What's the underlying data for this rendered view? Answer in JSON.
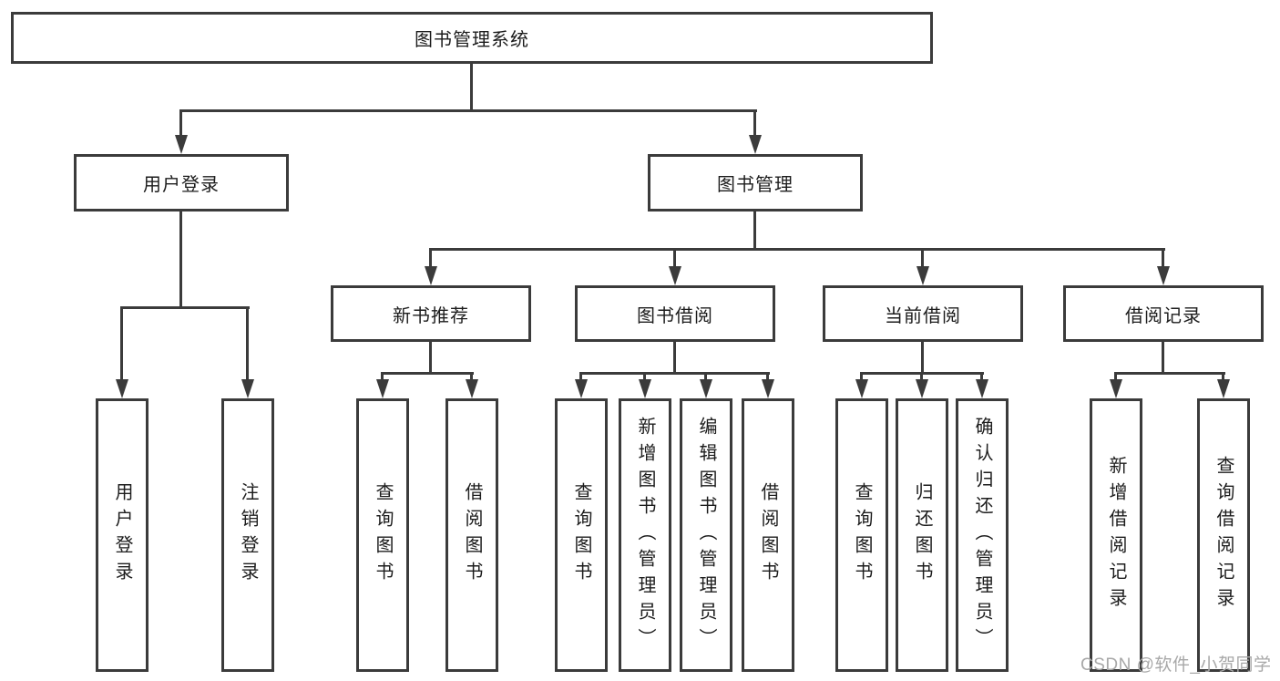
{
  "title": "图书管理系统",
  "tree": {
    "label": "图书管理系统",
    "children": [
      {
        "label": "用户登录",
        "children": [
          {
            "label": "用户登录"
          },
          {
            "label": "注销登录"
          }
        ]
      },
      {
        "label": "图书管理",
        "children": [
          {
            "label": "新书推荐",
            "children": [
              {
                "label": "查询图书"
              },
              {
                "label": "借阅图书"
              }
            ]
          },
          {
            "label": "图书借阅",
            "children": [
              {
                "label": "查询图书"
              },
              {
                "label": "新增图书（管理员）"
              },
              {
                "label": "编辑图书（管理员）"
              },
              {
                "label": "借阅图书"
              }
            ]
          },
          {
            "label": "当前借阅",
            "children": [
              {
                "label": "查询图书"
              },
              {
                "label": "归还图书"
              },
              {
                "label": "确认归还（管理员）"
              }
            ]
          },
          {
            "label": "借阅记录",
            "children": [
              {
                "label": "新增借阅记录"
              },
              {
                "label": "查询借阅记录"
              }
            ]
          }
        ]
      }
    ]
  },
  "watermark": {
    "text": "CSDN @软件_小贺同学",
    "color": "#a8a8a8"
  },
  "colors": {
    "line": "#3b3b3b",
    "text": "#1c1c1c",
    "background": "#ffffff"
  }
}
